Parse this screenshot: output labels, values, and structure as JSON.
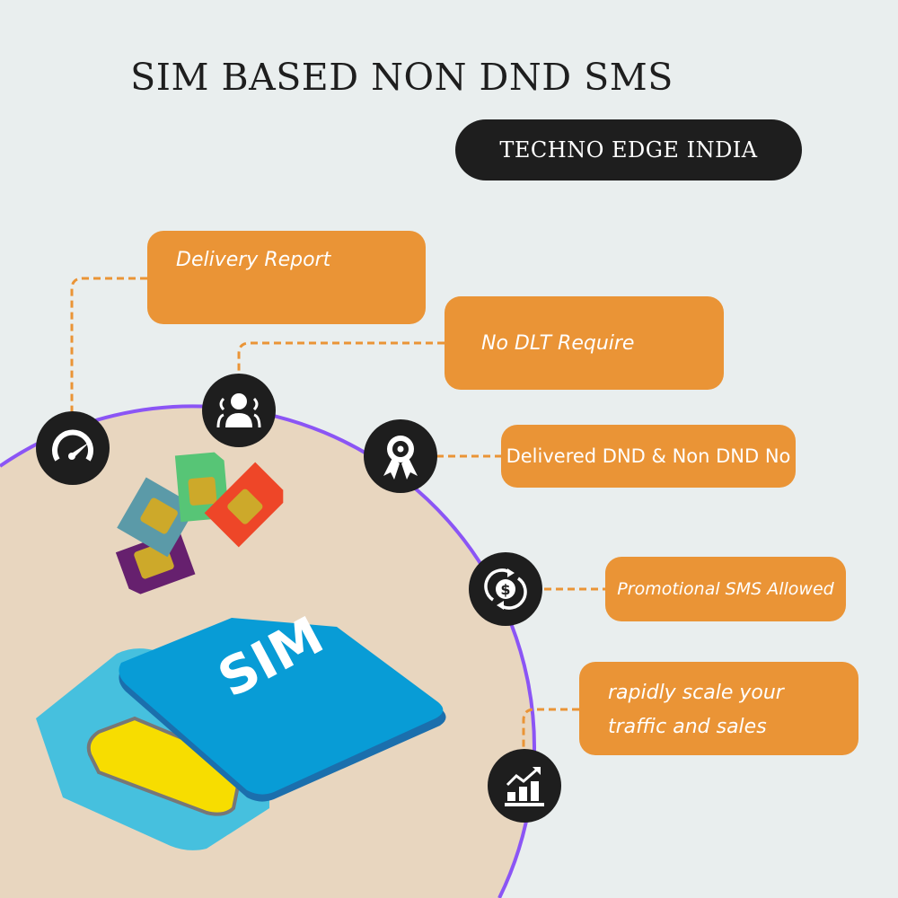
{
  "title": "SIM BASED NON DND SMS",
  "brand": "TECHNO EDGE INDIA",
  "features": [
    {
      "label": "Delivery Report",
      "icon": "speedometer-icon"
    },
    {
      "label": "No DLT Require",
      "icon": "users-icon"
    },
    {
      "label": "Delivered DND & Non DND No",
      "icon": "award-ribbon-icon"
    },
    {
      "label": "Promotional SMS Allowed",
      "icon": "dollar-refresh-icon"
    },
    {
      "label": "rapidly scale your traffic and sales",
      "icon": "growth-chart-icon"
    }
  ],
  "sim_card_label": "SIM",
  "colors": {
    "accent": "#ea9436",
    "ring": "#8b55f5",
    "circle_fill": "#e8d6bf",
    "dark": "#1e1e1e"
  }
}
